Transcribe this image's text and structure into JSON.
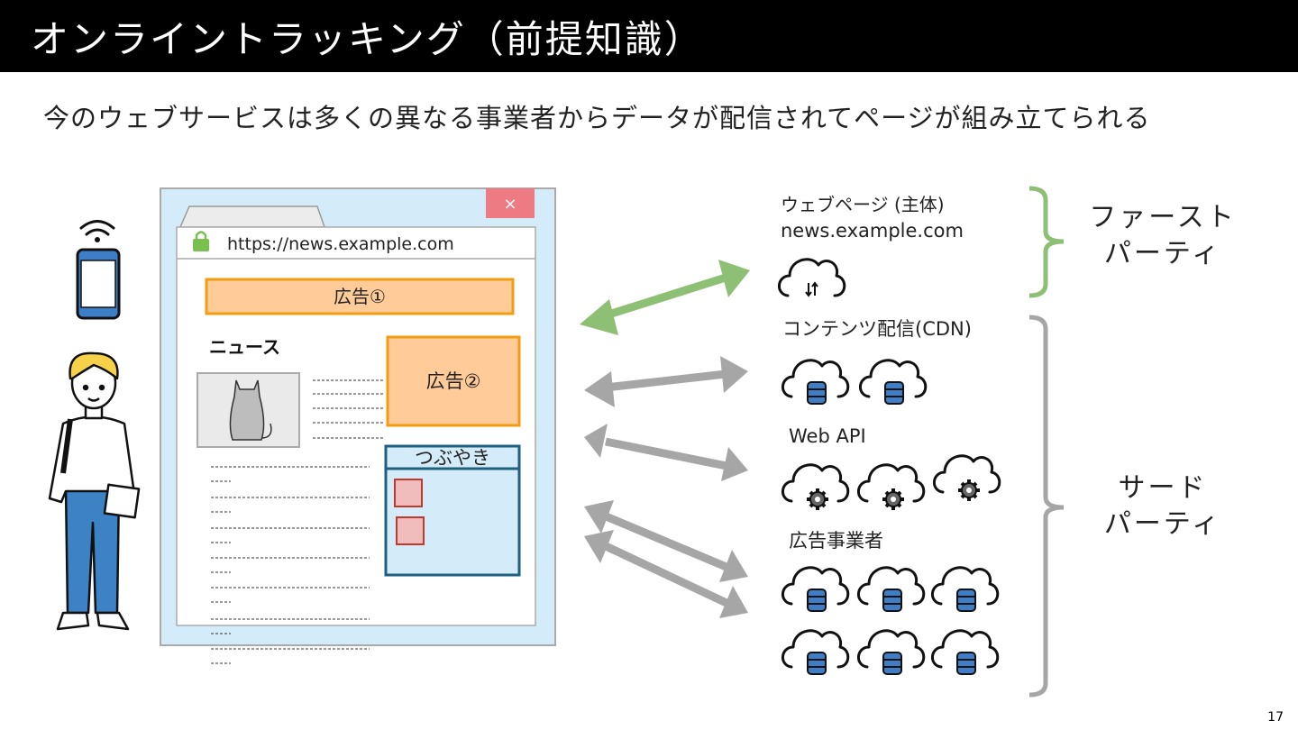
{
  "title": "オンライントラッキング（前提知識）",
  "subtitle": "今のウェブサービスは多くの異なる事業者からデータが配信されてページが組み立てられる",
  "page_number": "17",
  "browser": {
    "url": "https://news.example.com",
    "close_symbol": "×",
    "ad1_label": "広告①",
    "ad2_label": "広告②",
    "news_heading": "ニュース",
    "tweet_label": "つぶやき"
  },
  "servers": {
    "first_party_label_line1": "ウェブページ (主体)",
    "first_party_label_line2": "news.example.com",
    "cdn_label": "コンテンツ配信(CDN)",
    "webapi_label": "Web API",
    "ad_label": "広告事業者"
  },
  "parties": {
    "first_line1": "ファースト",
    "first_line2": "パーティ",
    "third_line1": "サード",
    "third_line2": "パーティ"
  },
  "colors": {
    "title_bg": "#000000",
    "green": "#8dbf75",
    "gray": "#a6a6a6",
    "ad_fill": "#ffcb99",
    "ad_border": "#f39c12",
    "browser_bg": "#d4ecf9",
    "close_red": "#ee7b83",
    "tweet_border": "#1f5f7f",
    "db_blue": "#3d7ec7"
  }
}
